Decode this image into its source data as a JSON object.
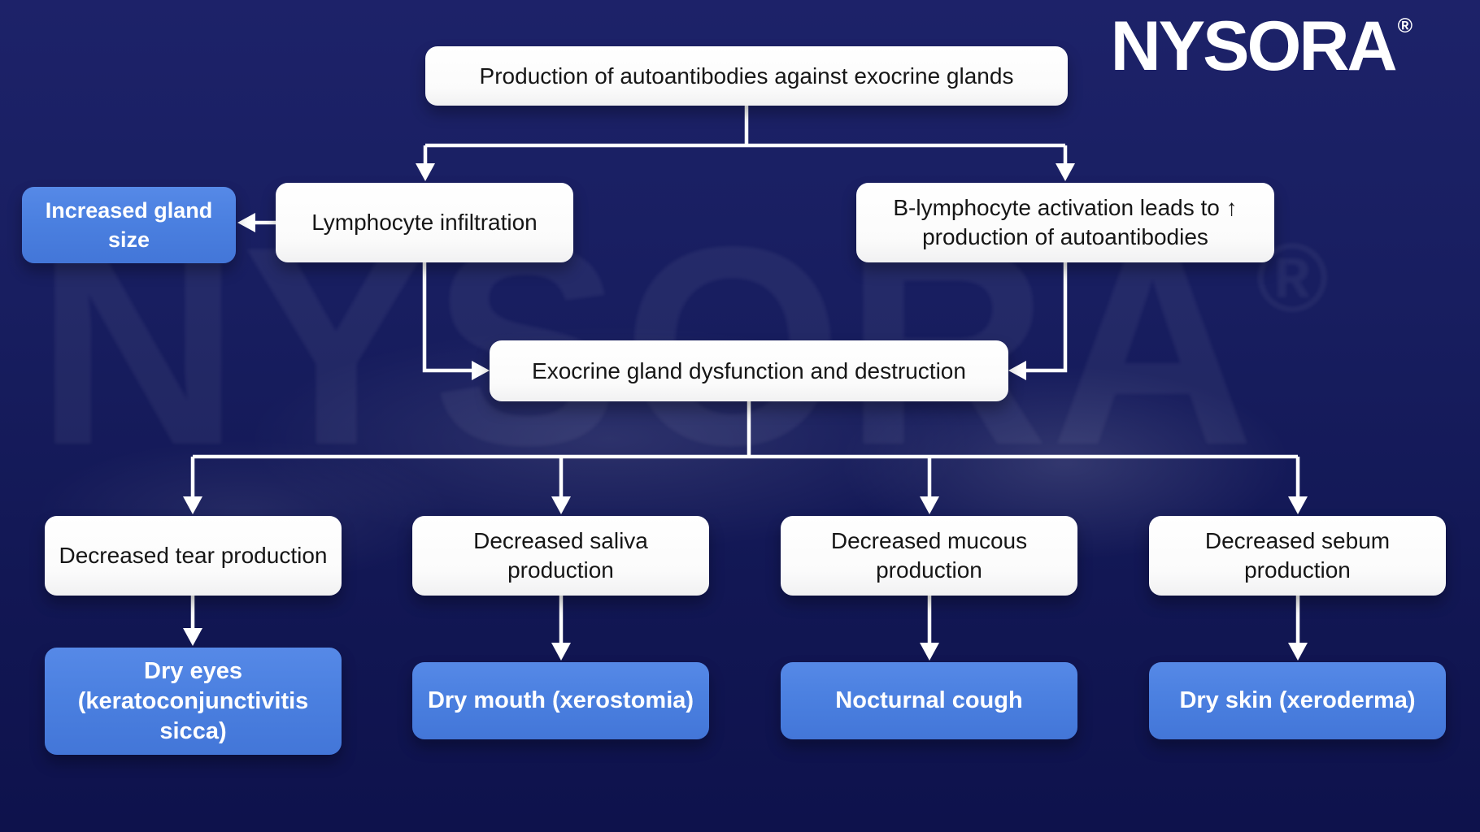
{
  "logo": {
    "text": "NYSORA",
    "registered": "®"
  },
  "watermark": {
    "text": "NYSORA",
    "registered": "®"
  },
  "colors": {
    "background_top": "#1d2269",
    "background_bottom": "#0e124c",
    "box_white": "#ffffff",
    "box_blue": "#4b80e0",
    "text_dark": "#161616",
    "text_white": "#ffffff",
    "arrow": "#ffffff"
  },
  "nodes": {
    "production": {
      "label": "Production of autoantibodies against exocrine glands"
    },
    "increased_gland": {
      "label": "Increased gland size"
    },
    "lymphocyte": {
      "label": "Lymphocyte infiltration"
    },
    "b_lymphocyte": {
      "label": "B-lymphocyte activation leads to ↑ production of autoantibodies"
    },
    "exocrine": {
      "label": "Exocrine gland dysfunction and destruction"
    },
    "tear": {
      "label": "Decreased tear production"
    },
    "saliva": {
      "label": "Decreased saliva production"
    },
    "mucous": {
      "label": "Decreased mucous production"
    },
    "sebum": {
      "label": "Decreased sebum production"
    },
    "dry_eyes": {
      "label": "Dry eyes (keratoconjunctivitis sicca)"
    },
    "dry_mouth": {
      "label": "Dry mouth (xerostomia)"
    },
    "nocturnal_cough": {
      "label": "Nocturnal cough"
    },
    "dry_skin": {
      "label": "Dry skin (xeroderma)"
    }
  }
}
